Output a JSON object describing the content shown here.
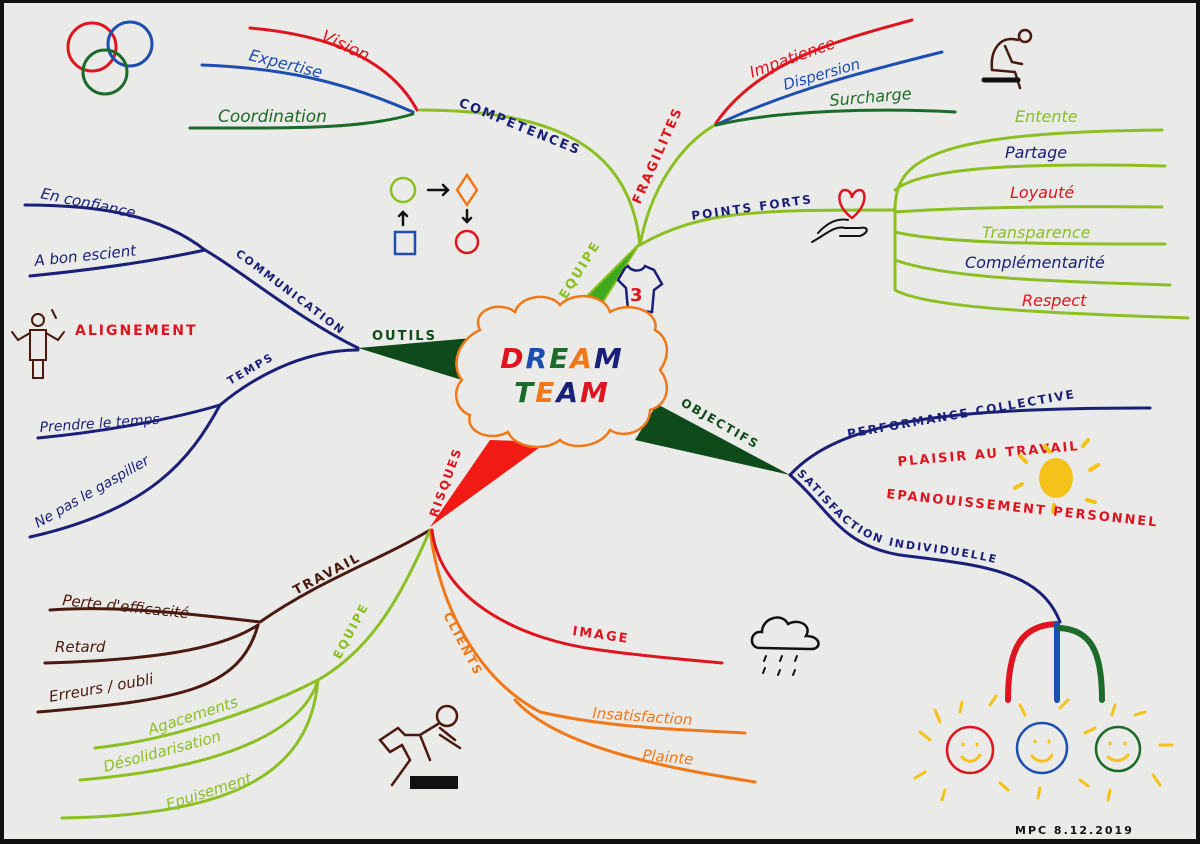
{
  "colors": {
    "paper": "#eaeae8",
    "red": "#e0141e",
    "blue": "#1d4fb0",
    "navy": "#1a1f78",
    "green": "#1d6b2a",
    "lime": "#8cbf22",
    "orange": "#f07818",
    "brown": "#4a1a10",
    "darkgreen": "#0f4a1a",
    "yellow": "#f5c21a"
  },
  "center": {
    "line1": "DREAM",
    "line2": "TEAM",
    "letter_colors": [
      "#e0141e",
      "#1d4fb0",
      "#1d6b2a",
      "#f07818",
      "#1a1f78"
    ]
  },
  "competences": {
    "label": "COMPETENCES",
    "items": [
      "Vision",
      "Expertise",
      "Coordination"
    ]
  },
  "fragilites": {
    "label": "FRAGILITES",
    "items": [
      "Impatience",
      "Dispersion",
      "Surcharge"
    ]
  },
  "points_forts": {
    "label": "POINTS FORTS",
    "items": [
      "Entente",
      "Partage",
      "Loyauté",
      "Transparence",
      "Complémentarité",
      "Respect"
    ]
  },
  "equipe": {
    "label": "EQUIPE",
    "shirt_number": "3"
  },
  "outils": {
    "label": "OUTILS",
    "communication": {
      "label": "COMMUNICATION",
      "items": [
        "En confiance",
        "A bon escient"
      ]
    },
    "alignement": "ALIGNEMENT",
    "temps": {
      "label": "TEMPS",
      "items": [
        "Prendre le temps",
        "Ne pas le gaspiller"
      ]
    }
  },
  "objectifs": {
    "label": "OBJECTIFS",
    "performance": "PERFORMANCE COLLECTIVE",
    "plaisir": "PLAISIR AU TRAVAIL",
    "epanouissement": "EPANOUISSEMENT PERSONNEL",
    "satisfaction": "SATISFACTION INDIVIDUELLE"
  },
  "risques": {
    "label": "RISQUES",
    "travail": {
      "label": "TRAVAIL",
      "items": [
        "Perte d'efficacité",
        "Retard",
        "Erreurs / oubli"
      ]
    },
    "equipe": {
      "label": "EQUIPE",
      "items": [
        "Agacements",
        "Désolidarisation",
        "Epuisement"
      ]
    },
    "clients": {
      "label": "CLIENTS",
      "items": [
        "Insatisfaction",
        "Plainte"
      ]
    },
    "image": "IMAGE"
  },
  "signature": "MPC   8.12.2019"
}
